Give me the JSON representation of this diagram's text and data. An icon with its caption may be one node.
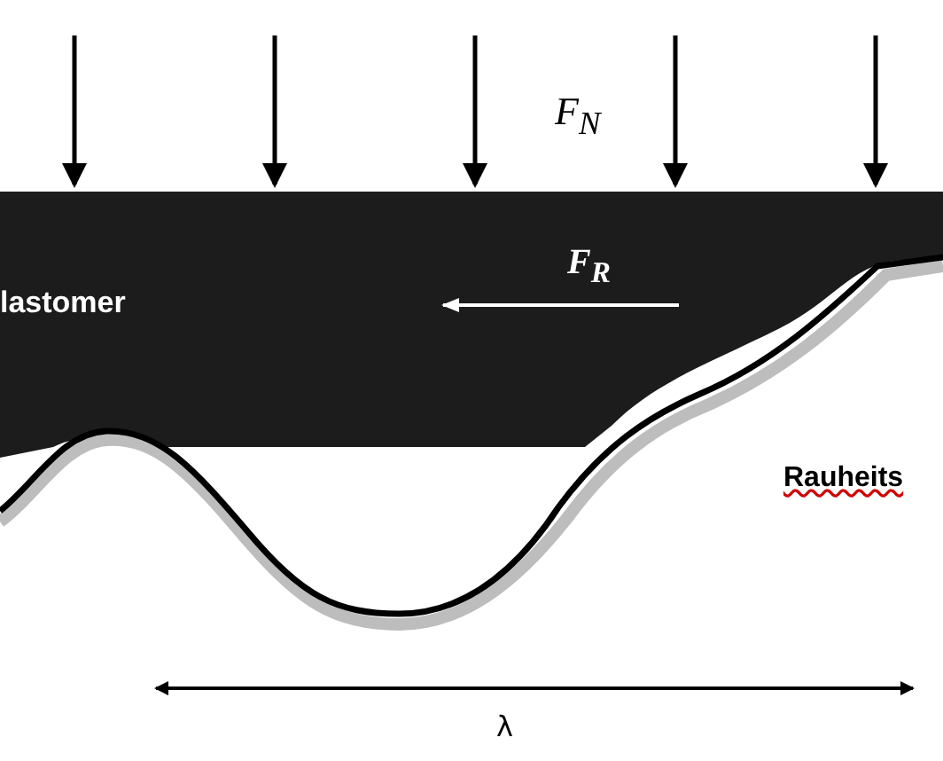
{
  "diagram": {
    "labels": [
      "F$_{N}$",
      "F$_{R}$",
      "lastomer",
      "Rauheits",
      "λ"
    ]
  }
}
